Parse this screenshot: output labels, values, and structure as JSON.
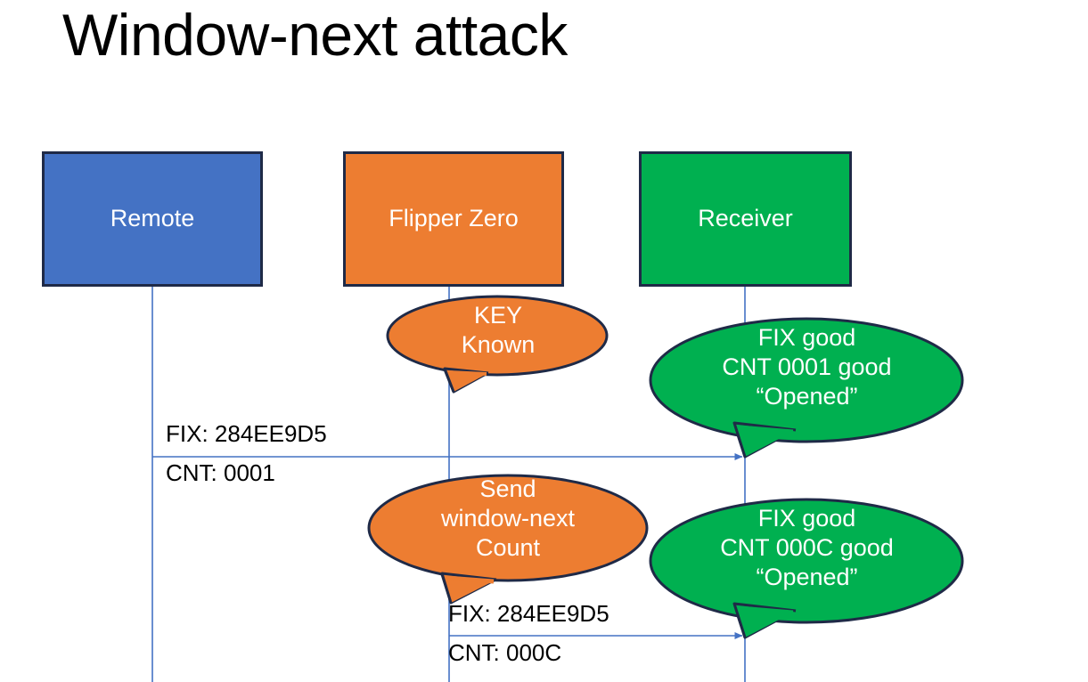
{
  "slide": {
    "title": "Window-next attack",
    "background": "#FFFFFF"
  },
  "colors": {
    "remote_fill": "#4472C4",
    "flipper_fill": "#ED7D31",
    "receiver_fill": "#00B050",
    "shape_outline": "#1F2A47",
    "lifeline": "#4472C4",
    "arrow": "#4472C4",
    "label_text": "#000000",
    "shape_text": "#FFFFFF"
  },
  "actors": [
    {
      "id": "remote",
      "label": "Remote",
      "fill": "#4472C4"
    },
    {
      "id": "flipper",
      "label": "Flipper Zero",
      "fill": "#ED7D31"
    },
    {
      "id": "receiver",
      "label": "Receiver",
      "fill": "#00B050"
    }
  ],
  "bubbles": [
    {
      "id": "key-known",
      "owner": "flipper",
      "fill": "#ED7D31",
      "lines": [
        "KEY",
        "Known"
      ],
      "text": "KEY\nKnown"
    },
    {
      "id": "receiver-ack-1",
      "owner": "receiver",
      "fill": "#00B050",
      "lines": [
        "FIX good",
        "CNT 0001 good",
        "“Opened”"
      ],
      "text": "FIX good\nCNT 0001 good\n“Opened”"
    },
    {
      "id": "send-window-next",
      "owner": "flipper",
      "fill": "#ED7D31",
      "lines": [
        "Send",
        "window-next",
        "Count"
      ],
      "text": "Send\nwindow-next\nCount"
    },
    {
      "id": "receiver-ack-2",
      "owner": "receiver",
      "fill": "#00B050",
      "lines": [
        "FIX good",
        "CNT 000C good",
        "“Opened”"
      ],
      "text": "FIX good\nCNT 000C good\n“Opened”"
    }
  ],
  "messages": [
    {
      "id": "message-1",
      "from": "remote",
      "to": "receiver",
      "fix_label": "FIX: 284EE9D5",
      "cnt_label": "CNT: 0001"
    },
    {
      "id": "message-2",
      "from": "flipper",
      "to": "receiver",
      "fix_label": "FIX: 284EE9D5",
      "cnt_label": "CNT: 000C"
    }
  ]
}
